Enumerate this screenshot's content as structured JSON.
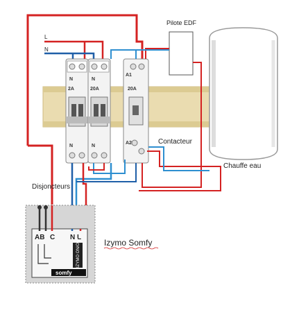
{
  "labels": {
    "line": "L",
    "neutral": "N",
    "pilote": "Pilote EDF",
    "contacteur": "Contacteur",
    "chauffe": "Chauffe eau",
    "disjoncteurs": "Disjoncteurs",
    "izymo": "Izymo Somfy",
    "somfy_logo": "somfy",
    "terminals_ab": "AB",
    "terminals_c": "C",
    "terminals_nl": "N L",
    "module_side_text": "IZYMO ON/OFF"
  },
  "breakers": {
    "b1": {
      "rating": "2A",
      "top_n": "N",
      "bottom_n": "N"
    },
    "b2": {
      "rating": "20A",
      "top_n": "N",
      "bottom_n": "N"
    }
  },
  "contactor": {
    "rating": "20A",
    "a1": "A1",
    "a2": "A2"
  },
  "colors": {
    "red": "#d42222",
    "blue": "#2e8fd0",
    "dark_blue": "#1f5fa8",
    "rail": "#e9d9a8"
  }
}
